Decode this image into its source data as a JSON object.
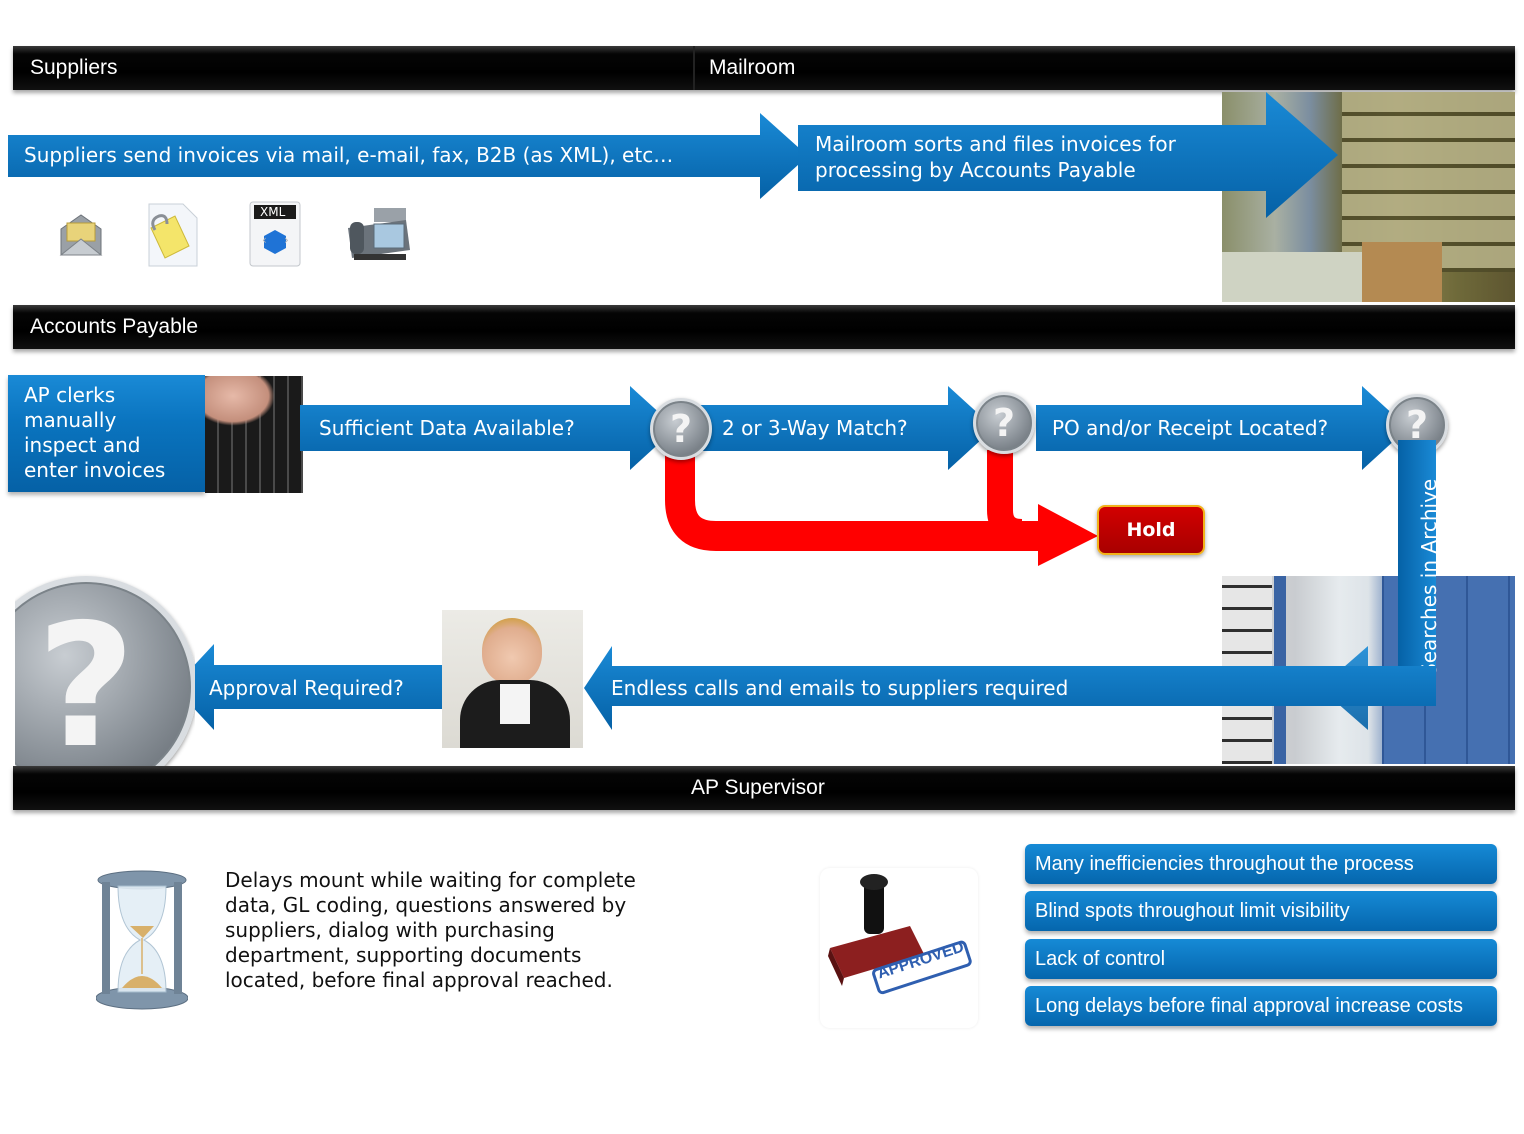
{
  "lanes": {
    "suppliers": "Suppliers",
    "mailroom": "Mailroom",
    "accounts_payable": "Accounts Payable",
    "ap_supervisor": "AP Supervisor"
  },
  "steps": {
    "suppliers_send": "Suppliers send invoices via mail, e-mail, fax, B2B (as XML), etc…",
    "mailroom_sorts_line1": "Mailroom sorts and files invoices for",
    "mailroom_sorts_line2": "processing by Accounts Payable",
    "ap_clerks_line1": "AP clerks",
    "ap_clerks_line2": "manually",
    "ap_clerks_line3": "inspect and",
    "ap_clerks_line4": "enter invoices",
    "sufficient_data": "Sufficient Data Available?",
    "way_match": "2 or 3-Way Match?",
    "po_receipt": "PO and/or Receipt Located?",
    "searches_archive": "Searches in Archive",
    "endless_calls": "Endless calls and emails to suppliers required",
    "approval_required": "Approval Required?",
    "hold": "Hold"
  },
  "icons": {
    "xml_label": "XML",
    "question_glyph": "?"
  },
  "delay_note": "Delays mount  while waiting for complete data, GL coding,  questions answered by suppliers, dialog with purchasing department, supporting documents located, before final approval reached.",
  "stamp_label": "APPROVED",
  "issues": [
    "Many inefficiencies throughout the process",
    "Blind spots throughout limit visibility",
    "Lack of control",
    "Long delays before final approval increase costs"
  ],
  "colors": {
    "arrow_blue": "#0a74bf",
    "hold_red": "#c00000",
    "reject_path_red": "#ff0000",
    "lane_black": "#000000"
  }
}
